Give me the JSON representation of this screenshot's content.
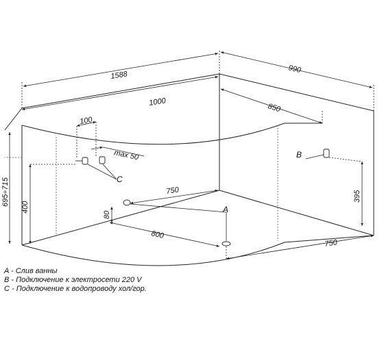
{
  "dimensions": {
    "total_length": "1588",
    "total_depth": "990",
    "inner_length": "1000",
    "side_depth": "850",
    "offset_100": "100",
    "max_50": "max  50",
    "height_range": "695÷715",
    "height_400": "400",
    "height_395": "395",
    "dist_750_top": "750",
    "dist_800": "800",
    "dist_750_bottom": "750",
    "height_80": "80"
  },
  "markers": {
    "a": "A",
    "b": "B",
    "c": "C"
  },
  "legend": [
    "A - Слив ванны",
    "B - Подключение к электросети 220 V",
    "C - Подключение к водопроводу хол/гор."
  ],
  "colors": {
    "line": "#222222",
    "dashed": "#555555"
  }
}
